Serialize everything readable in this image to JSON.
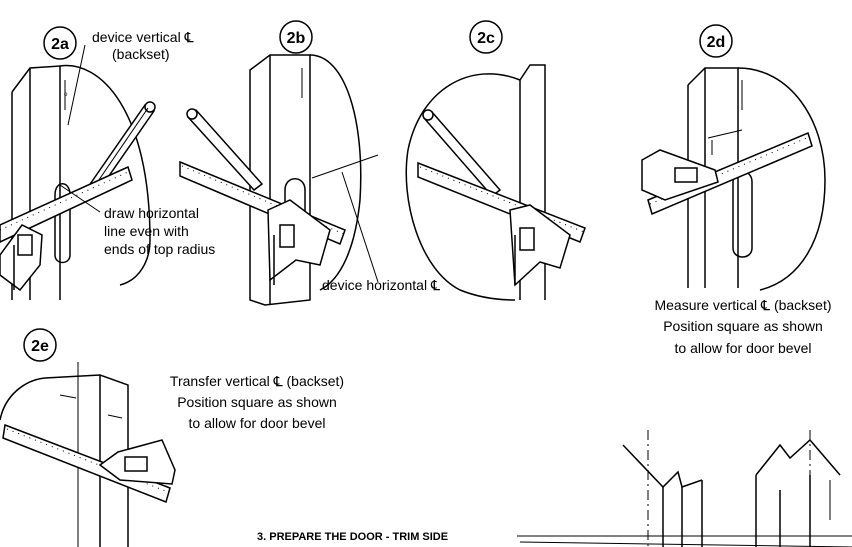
{
  "steps": [
    "2a",
    "2b",
    "2c",
    "2d",
    "2e"
  ],
  "labels": {
    "a_device_vertical": "device vertical ℄",
    "a_backset": "(backset)",
    "a_draw_1": "draw horizontal",
    "a_draw_2": "line even with",
    "a_draw_3": "ends of top radius",
    "b_device_horizontal": "device horizontal ℄",
    "d_line1": "Measure vertical ℄ (backset)",
    "d_line2": "Position square as shown",
    "d_line3": "to allow for door bevel",
    "e_line1": "Transfer vertical ℄ (backset)",
    "e_line2": "Position square as shown",
    "e_line3": "to allow for door bevel"
  },
  "section_heading": "3. PREPARE THE DOOR - TRIM SIDE"
}
